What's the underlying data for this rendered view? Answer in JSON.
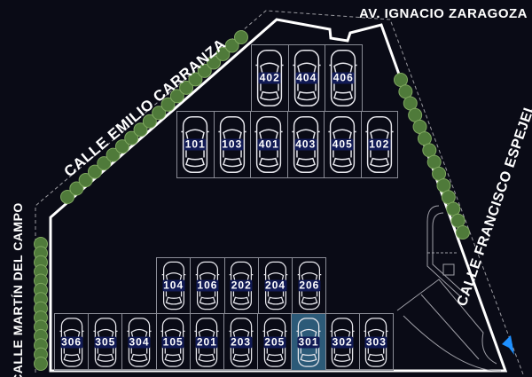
{
  "streets": {
    "north": "AV. IGNACIO ZARAGOZA",
    "northwest": "CALLE EMILIO CARRANZA",
    "east": "CALLE FRANCISCO ESPEJEL",
    "west": "CALLE MARTÍN DEL CAMPO"
  },
  "colors": {
    "background": "#0a0b16",
    "boundary": "#ffffff",
    "highlight": "#2c5a78",
    "label_bg": "#111a55",
    "trees": "#4f7a3a",
    "arrow": "#1e90ff"
  },
  "highlighted_slot": "301",
  "slot_rows": [
    {
      "slots": [
        "402",
        "404",
        "406"
      ]
    },
    {
      "slots": [
        "101",
        "103",
        "401",
        "403",
        "405",
        "102"
      ]
    },
    {
      "slots": [
        "104",
        "106",
        "202",
        "204",
        "206"
      ]
    },
    {
      "slots": [
        "306",
        "305",
        "304",
        "105",
        "201",
        "203",
        "205",
        "301",
        "302",
        "303"
      ]
    }
  ],
  "icons": {
    "car": "car-top-view-icon",
    "tree": "tree-icon",
    "arrow": "entrance-arrow-icon"
  }
}
